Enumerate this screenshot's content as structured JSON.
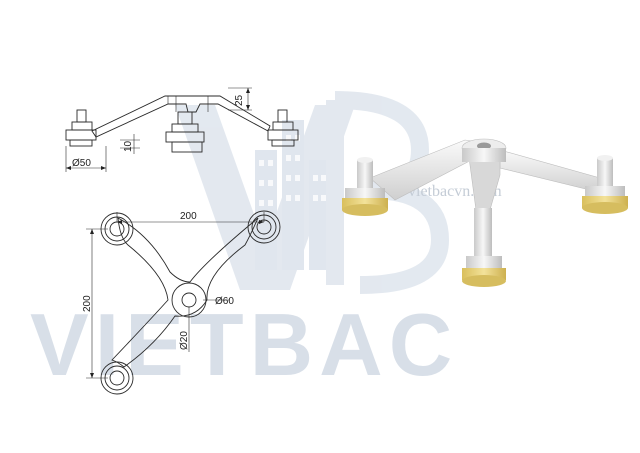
{
  "watermark": {
    "brand": "VIETBAC",
    "website": "vietbacvn.com"
  },
  "side_view": {
    "dim_height_top": "25",
    "dim_height_base": "10",
    "dim_diameter_pad": "Ø50"
  },
  "top_view": {
    "dim_width": "200",
    "dim_height": "200",
    "dim_hub_diameter": "Ø60",
    "dim_hole_diameter": "Ø20"
  },
  "colors": {
    "line": "#2a2a2a",
    "metal": "#e4e4e4",
    "brass": "#e8d27a",
    "watermark": "#b9c6d6"
  }
}
